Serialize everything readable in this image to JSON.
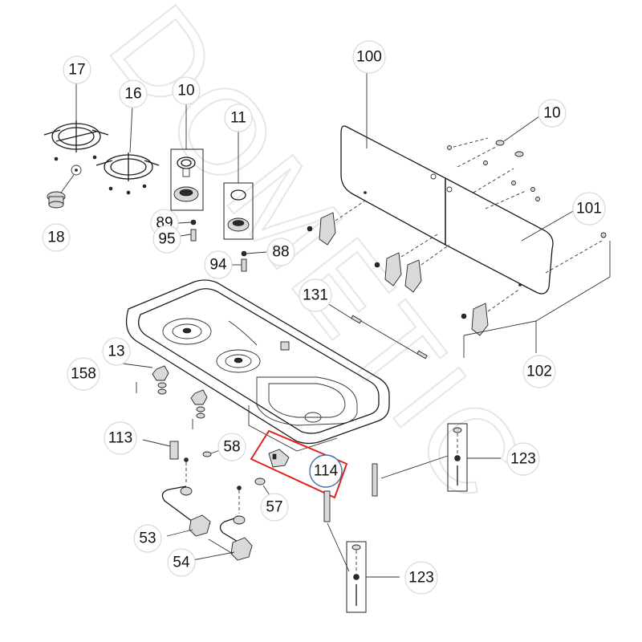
{
  "watermark": "DOMETIC",
  "highlight_color": "#e0231b",
  "highlight_circle_color": "#4a6fa5",
  "labels": {
    "p17": "17",
    "p16": "16",
    "p10a": "10",
    "p11": "11",
    "p100": "100",
    "p10b": "10",
    "p101": "101",
    "p18": "18",
    "p89": "89",
    "p95": "95",
    "p94": "94",
    "p88": "88",
    "p131": "131",
    "p102": "102",
    "p13": "13",
    "p158": "158",
    "p113": "113",
    "p58": "58",
    "p114": "114",
    "p123a": "123",
    "p57": "57",
    "p53": "53",
    "p54": "54",
    "p123b": "123"
  }
}
